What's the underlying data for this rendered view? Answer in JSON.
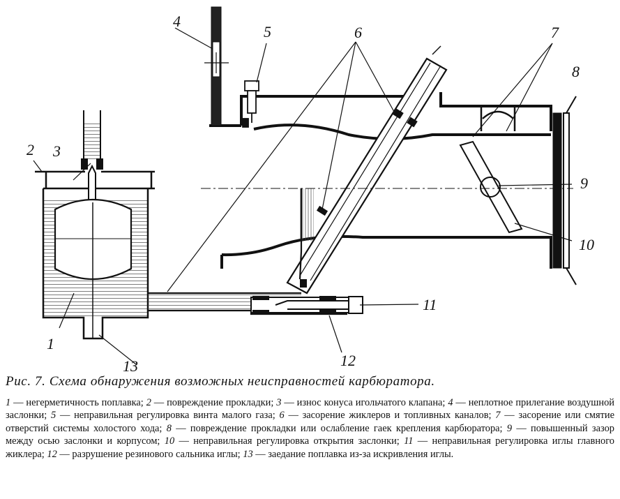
{
  "figure": {
    "callouts": {
      "c1": "1",
      "c2": "2",
      "c3": "3",
      "c4": "4",
      "c5": "5",
      "c6": "6",
      "c7": "7",
      "c8": "8",
      "c9": "9",
      "c10": "10",
      "c11": "11",
      "c12": "12",
      "c13": "13"
    },
    "caption_title": "Рис. 7. Схема обнаружения возможных неисправностей карбюратора.",
    "legend": [
      {
        "num": "1",
        "text": "негерметичность поплавка;"
      },
      {
        "num": "2",
        "text": "повреждение прокладки;"
      },
      {
        "num": "3",
        "text": "износ конуса игольчатого клапана;"
      },
      {
        "num": "4",
        "text": "неплотное прилегание воздушной заслонки;"
      },
      {
        "num": "5",
        "text": "неправильная регулировка винта малого газа;"
      },
      {
        "num": "6",
        "text": "засорение жиклеров и топливных каналов;"
      },
      {
        "num": "7",
        "text": "засорение или смятие отверстий системы холостого хода;"
      },
      {
        "num": "8",
        "text": "повреждение прокладки или ослабление гаек крепления карбюратора;"
      },
      {
        "num": "9",
        "text": "повышенный зазор между осью заслонки и корпусом;"
      },
      {
        "num": "10",
        "text": "неправильная регулировка открытия заслонки;"
      },
      {
        "num": "11",
        "text": "неправильная регулировка иглы главного жиклера;"
      },
      {
        "num": "12",
        "text": "разрушение резинового сальника иглы;"
      },
      {
        "num": "13",
        "text": "заедание поплавка из-за искривления иглы."
      }
    ]
  }
}
